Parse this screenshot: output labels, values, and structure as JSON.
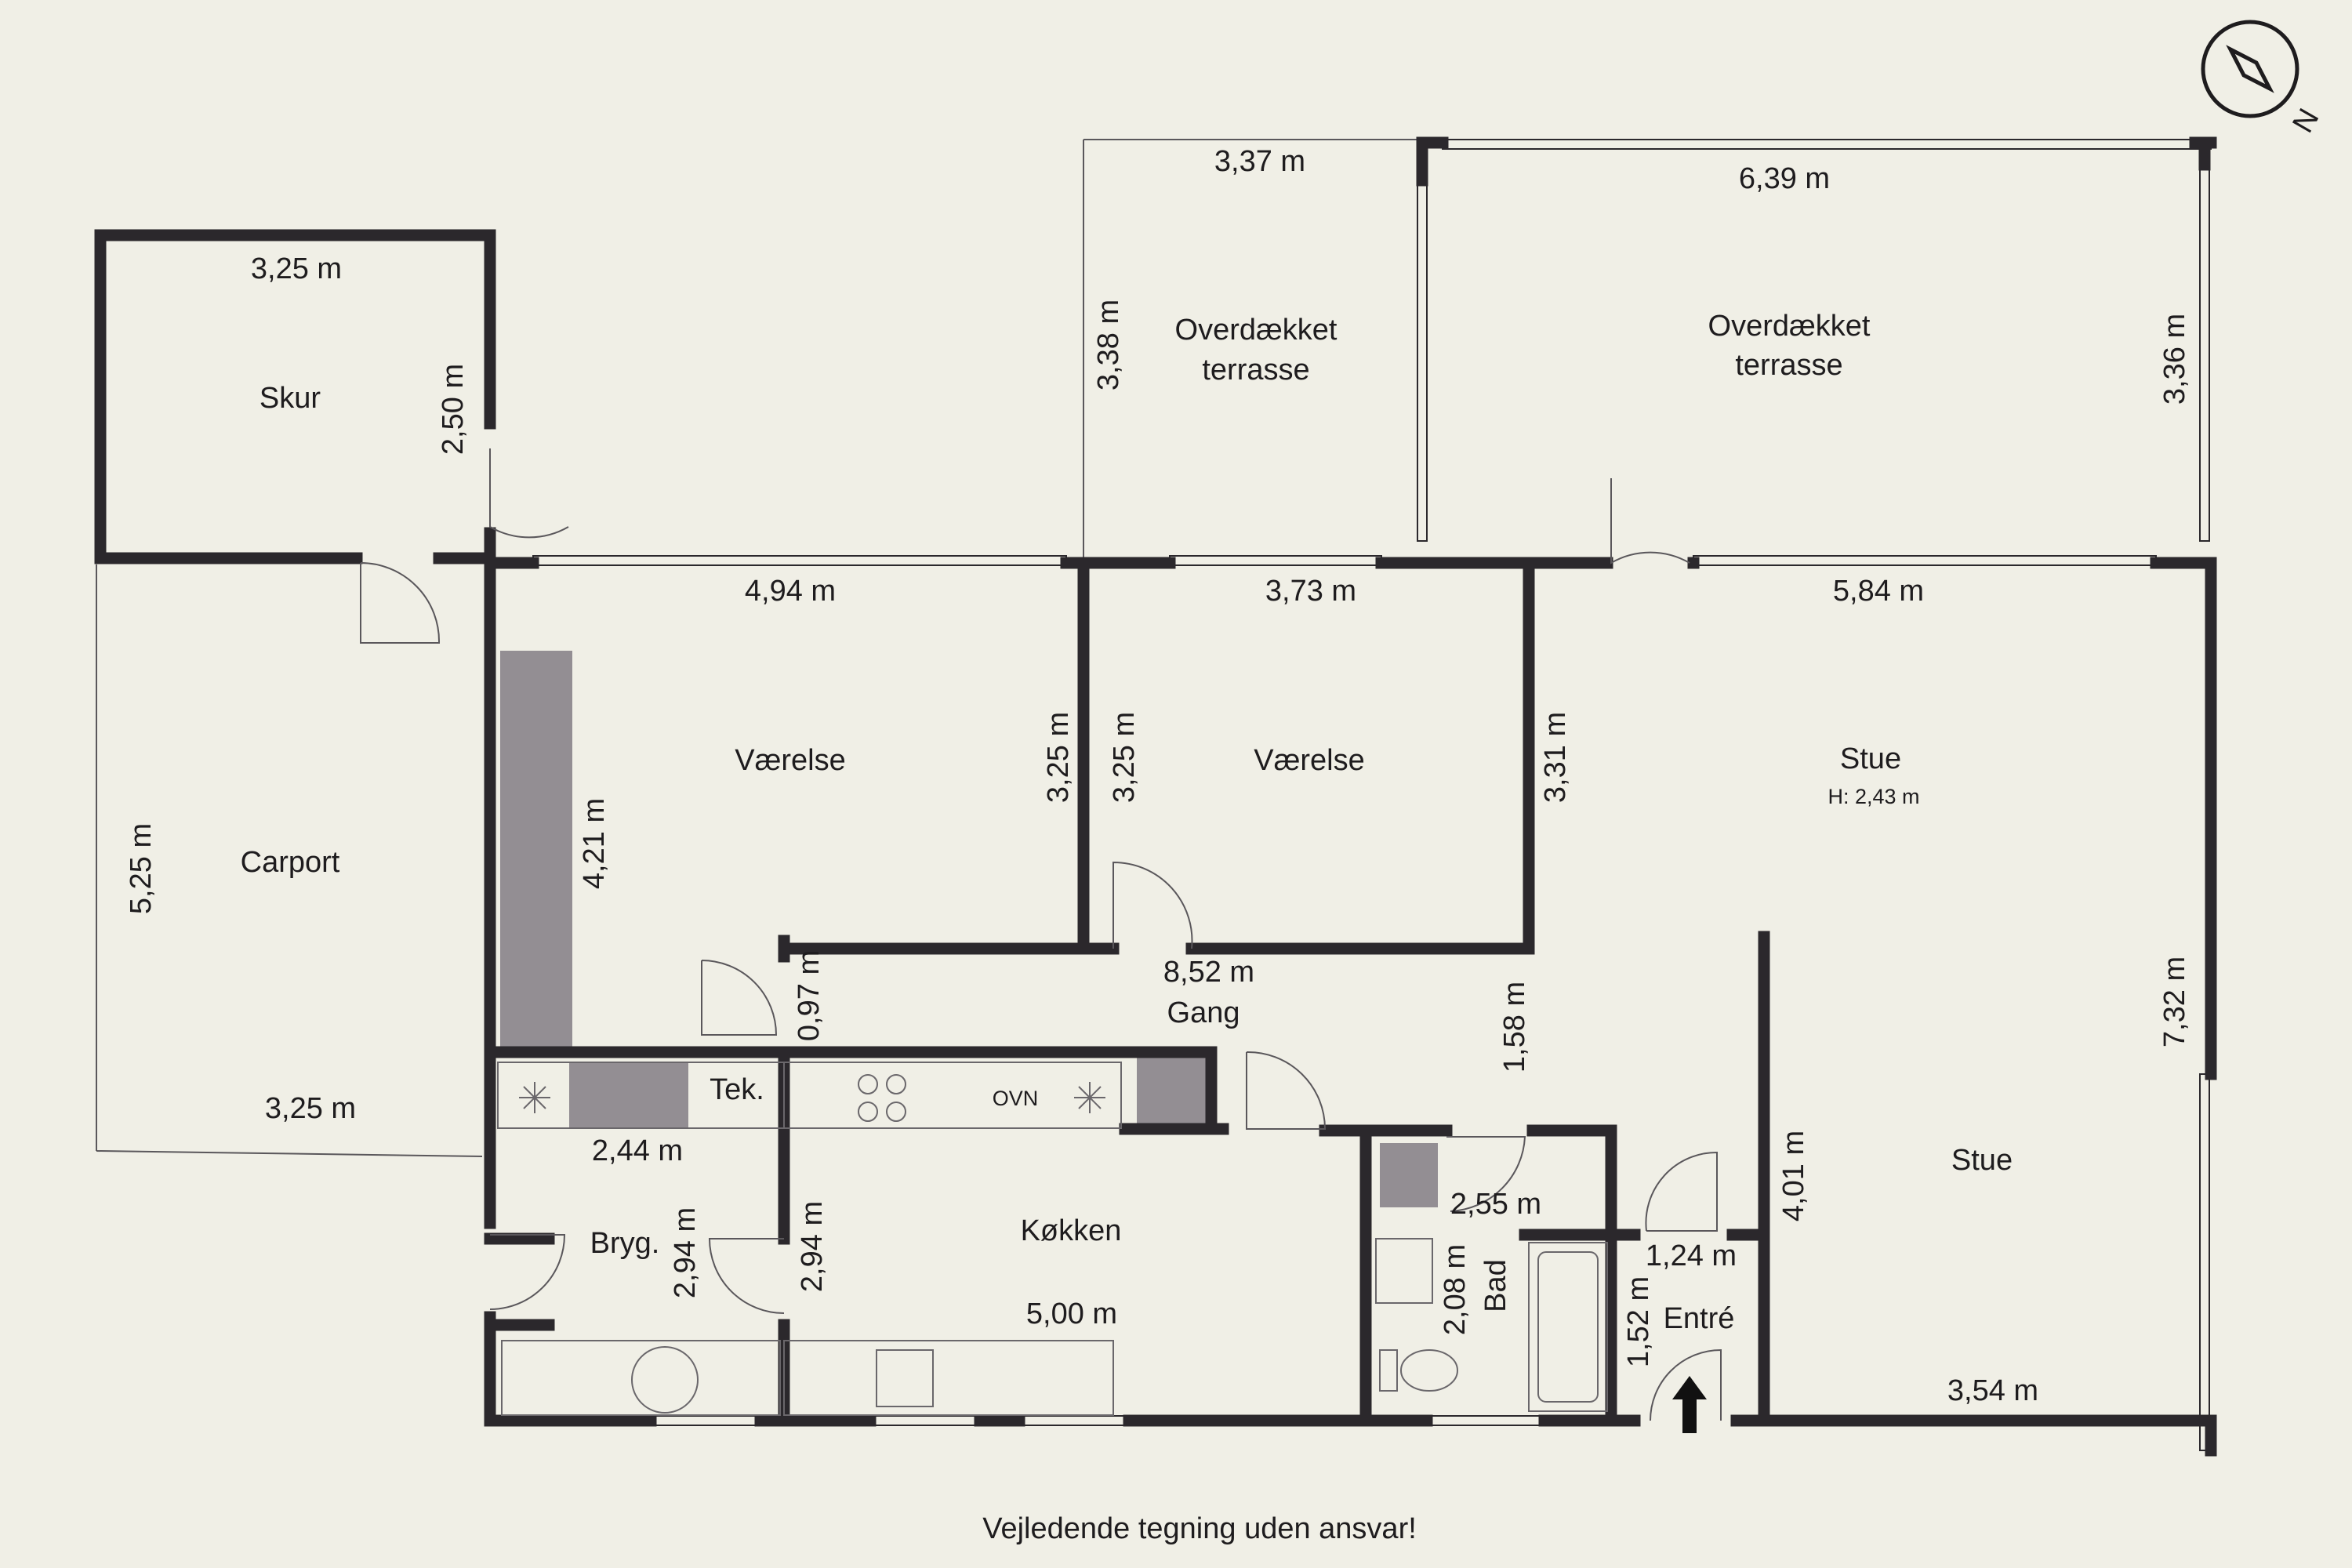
{
  "rooms": {
    "skur": "Skur",
    "carport": "Carport",
    "terrasse_left_1": "Overdækket",
    "terrasse_left_2": "terrasse",
    "terrasse_right_1": "Overdækket",
    "terrasse_right_2": "terrasse",
    "vaerelse_left": "Værelse",
    "vaerelse_mid": "Værelse",
    "stue_top": "Stue",
    "stue_height": "H: 2,43 m",
    "stue_bottom": "Stue",
    "gang": "Gang",
    "tek": "Tek.",
    "bryg": "Bryg.",
    "kokken": "Køkken",
    "bad": "Bad",
    "entre": "Entré",
    "ovn": "OVN"
  },
  "dimensions": {
    "skur_w": "3,25 m",
    "skur_h": "2,50 m",
    "carport_h": "5,25 m",
    "carport_w": "3,25 m",
    "terr_left_w": "3,37 m",
    "terr_left_h": "3,38 m",
    "terr_right_w": "6,39 m",
    "terr_right_h": "3,36 m",
    "vaer_left_w": "4,94 m",
    "vaer_left_h": "3,25 m",
    "vaer_left_h2": "4,21 m",
    "vaer_mid_w": "3,73 m",
    "vaer_mid_h": "3,25 m",
    "vaer_mid_h2": "3,31 m",
    "stue_w": "5,84 m",
    "stue_h": "7,32 m",
    "stue_inner_h": "4,01 m",
    "stue_bottom_w": "3,54 m",
    "gang_w": "8,52 m",
    "gang_h": "1,58 m",
    "gang_small": "0,97 m",
    "tek_w": "2,44 m",
    "bryg_h": "2,94 m",
    "kok_h": "2,94 m",
    "kok_w": "5,00 m",
    "bad_w": "2,55 m",
    "bad_h": "2,08 m",
    "entre_w": "1,24 m",
    "entre_h": "1,52 m"
  },
  "compass": {
    "label": "N",
    "icon": "compass-icon"
  },
  "footer": {
    "disclaimer": "Vejledende tegning uden ansvar!"
  },
  "colors": {
    "background": "#f0efe6",
    "wall": "#2b282c",
    "fill": "#938e93"
  }
}
